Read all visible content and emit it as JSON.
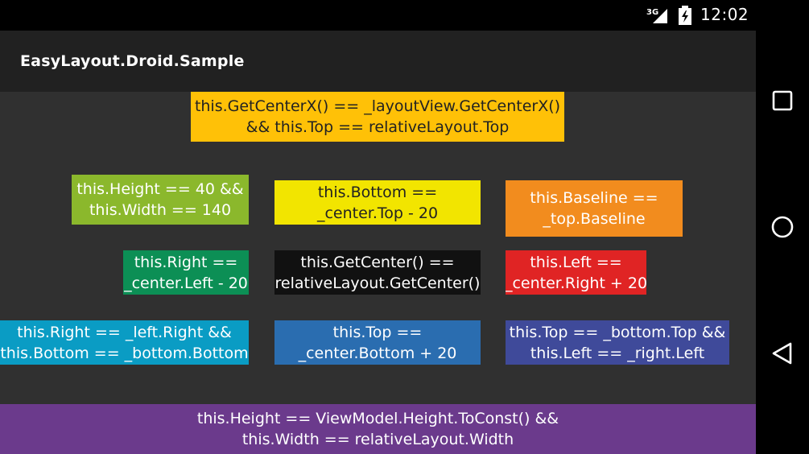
{
  "status_bar": {
    "network_label": "3G",
    "time": "12:02",
    "icons": [
      "signal-icon",
      "battery-charging-icon"
    ]
  },
  "app_bar": {
    "title": "EasyLayout.Droid.Sample"
  },
  "colors": {
    "status_bar_bg": "#000000",
    "app_bar_bg": "#212121",
    "content_bg": "#303030",
    "nav_bar_bg": "#000000"
  },
  "boxes": {
    "center_x_top": {
      "lines": [
        "this.GetCenterX() == _layoutView.GetCenterX()",
        "&& this.Top == relativeLayout.Top"
      ],
      "color": "#FFC107",
      "text_color": "#222222"
    },
    "height_width": {
      "lines": [
        "this.Height == 40 &&",
        "this.Width == 140"
      ],
      "color": "#8BB82C",
      "text_color": "#ffffff"
    },
    "bottom_center": {
      "lines": [
        "this.Bottom ==",
        "_center.Top - 20"
      ],
      "color": "#F2E500",
      "text_color": "#222222"
    },
    "baseline_top": {
      "lines": [
        "this.Baseline ==",
        "_top.Baseline"
      ],
      "color": "#F28C1E",
      "text_color": "#ffffff"
    },
    "right_center": {
      "lines": [
        "this.Right ==",
        "_center.Left - 20"
      ],
      "color": "#0C8F55",
      "text_color": "#ffffff"
    },
    "center": {
      "lines": [
        "this.GetCenter() ==",
        "relativeLayout.GetCenter()"
      ],
      "color": "#111111",
      "text_color": "#ffffff"
    },
    "left_center": {
      "lines": [
        "this.Left ==",
        "_center.Right + 20"
      ],
      "color": "#E02424",
      "text_color": "#ffffff"
    },
    "right_left_bottom": {
      "lines": [
        "this.Right == _left.Right &&",
        "this.Bottom == _bottom.Bottom"
      ],
      "color": "#0A9CC4",
      "text_color": "#ffffff"
    },
    "top_center": {
      "lines": [
        "this.Top ==",
        "_center.Bottom + 20"
      ],
      "color": "#2A6DB0",
      "text_color": "#ffffff"
    },
    "top_bottom_left_right": {
      "lines": [
        "this.Top == _bottom.Top &&",
        "this.Left == _right.Left"
      ],
      "color": "#3F4A9A",
      "text_color": "#ffffff"
    },
    "height_viewmodel": {
      "lines": [
        "this.Height == ViewModel.Height.ToConst() &&",
        "this.Width == relativeLayout.Width"
      ],
      "color": "#6B3A8C",
      "text_color": "#ffffff"
    }
  },
  "nav_bar": {
    "icons": [
      "recents-icon",
      "home-icon",
      "back-icon"
    ]
  }
}
